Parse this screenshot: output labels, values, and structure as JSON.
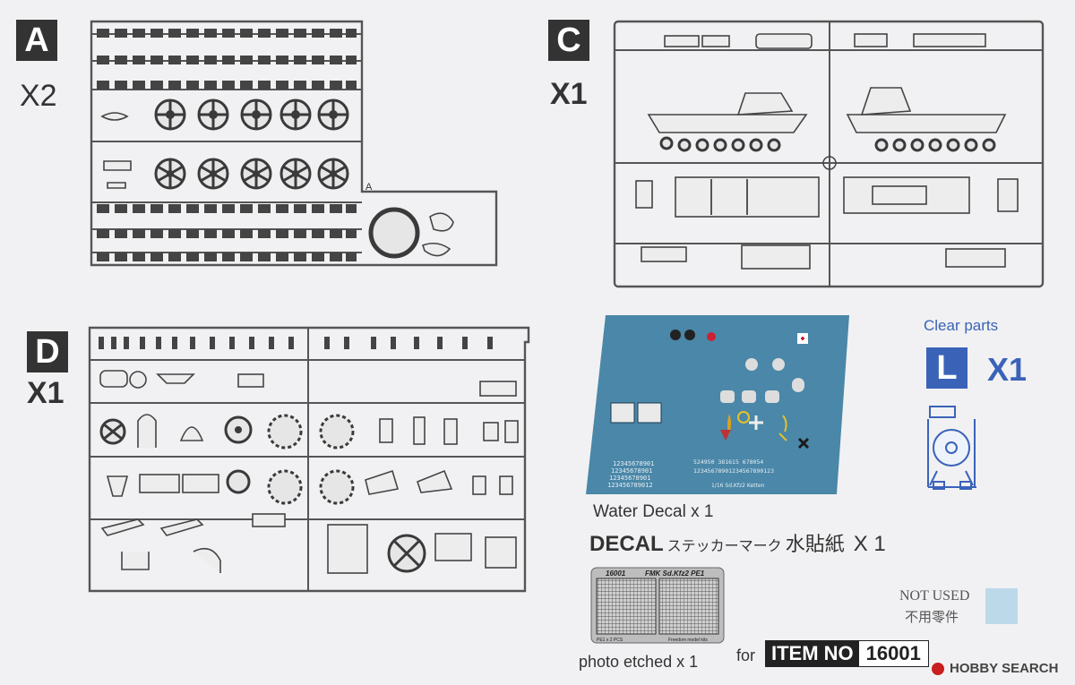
{
  "sheets": {
    "a": {
      "letter": "A",
      "qty": "X2"
    },
    "c": {
      "letter": "C",
      "qty": "X1"
    },
    "d": {
      "letter": "D",
      "qty": "X1"
    },
    "l": {
      "letter": "L",
      "qty": "X1",
      "heading": "Clear parts",
      "color": "#3a63b8"
    }
  },
  "sprue_tags": {
    "a": "A"
  },
  "decal": {
    "water_caption": "Water Decal  x 1",
    "title_bold": "DECAL",
    "title_jp": "ステッカーマーク",
    "title_cn": "水貼紙",
    "title_qty": "X 1",
    "sheet_color": "#4a87a8",
    "sheet_texts": {
      "numbers_1": "12345678901",
      "numbers_2": "12345678901",
      "numbers_3": "12345678901",
      "numbers_4": "123456789012",
      "code_1": "524950   381615   678054",
      "code_2": "12345678901234567890123",
      "footer": "1/16 Sd.Kfz2 Ketten"
    }
  },
  "photo_etched": {
    "header_left": "16001",
    "header_right": "FMK  Sd.Kfz2  PE1",
    "footer_left": "PE1 x 2 PCS",
    "footer_right": "Freedom model kits",
    "caption": "photo etched  x 1"
  },
  "not_used": {
    "en": "NOT USED",
    "cn": "不用零件",
    "color": "#bcd9e9"
  },
  "item": {
    "prefix": "for",
    "label": "ITEM NO",
    "number": "16001"
  },
  "watermark": {
    "text": "HOBBY SEARCH",
    "color": "#c81e1e"
  }
}
